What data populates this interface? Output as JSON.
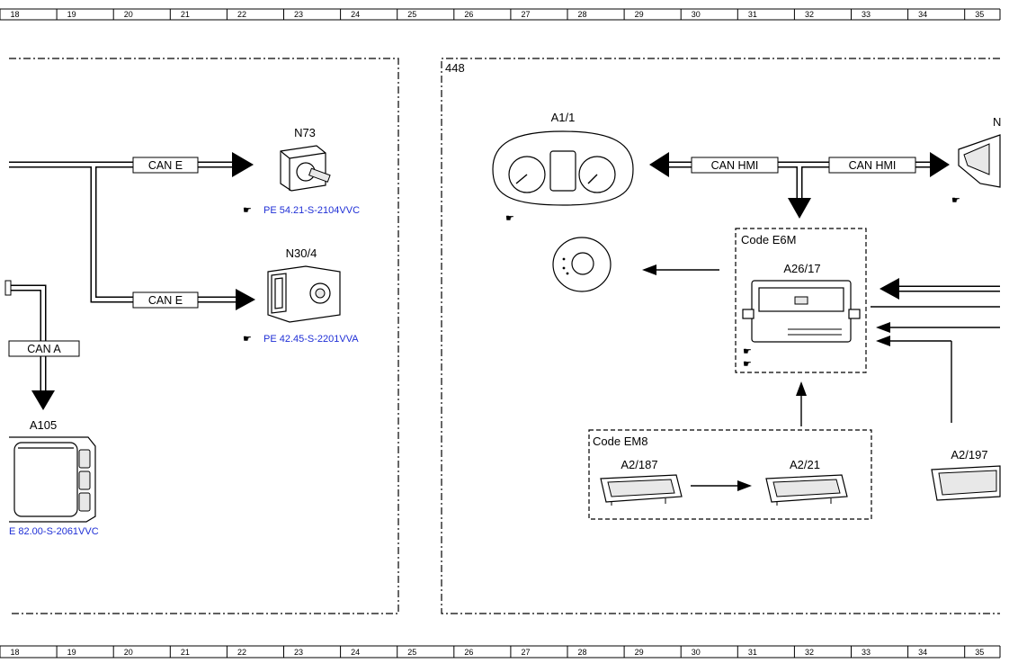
{
  "ruler": {
    "numbers": [
      "18",
      "19",
      "20",
      "21",
      "22",
      "23",
      "24",
      "25",
      "26",
      "27",
      "28",
      "29",
      "30",
      "31",
      "32",
      "33",
      "34",
      "35"
    ]
  },
  "area_number": "448",
  "components": {
    "n73": "N73",
    "n30_4": "N30/4",
    "a105": "A105",
    "a1_1": "A1/1",
    "a26_17": "A26/17",
    "a2_187": "A2/187",
    "a2_21": "A2/21",
    "a2_197": "A2/197",
    "n_partial": "N"
  },
  "buses": {
    "can_e_1": "CAN E",
    "can_e_2": "CAN E",
    "can_a": "CAN A",
    "can_hmi_left": "CAN HMI",
    "can_hmi_right": "CAN HMI"
  },
  "codes": {
    "e6m": "Code E6M",
    "em8": "Code EM8"
  },
  "references": {
    "n73_ref": "PE 54.21-S-2104VVC",
    "n30_4_ref": "PE 42.45-S-2201VVA",
    "a105_ref": "E 82.00-S-2061VVC"
  },
  "icons": {
    "reference": "pointing-hand-icon"
  },
  "colors": {
    "reference_link": "#1f2fd6",
    "line": "#000000"
  }
}
